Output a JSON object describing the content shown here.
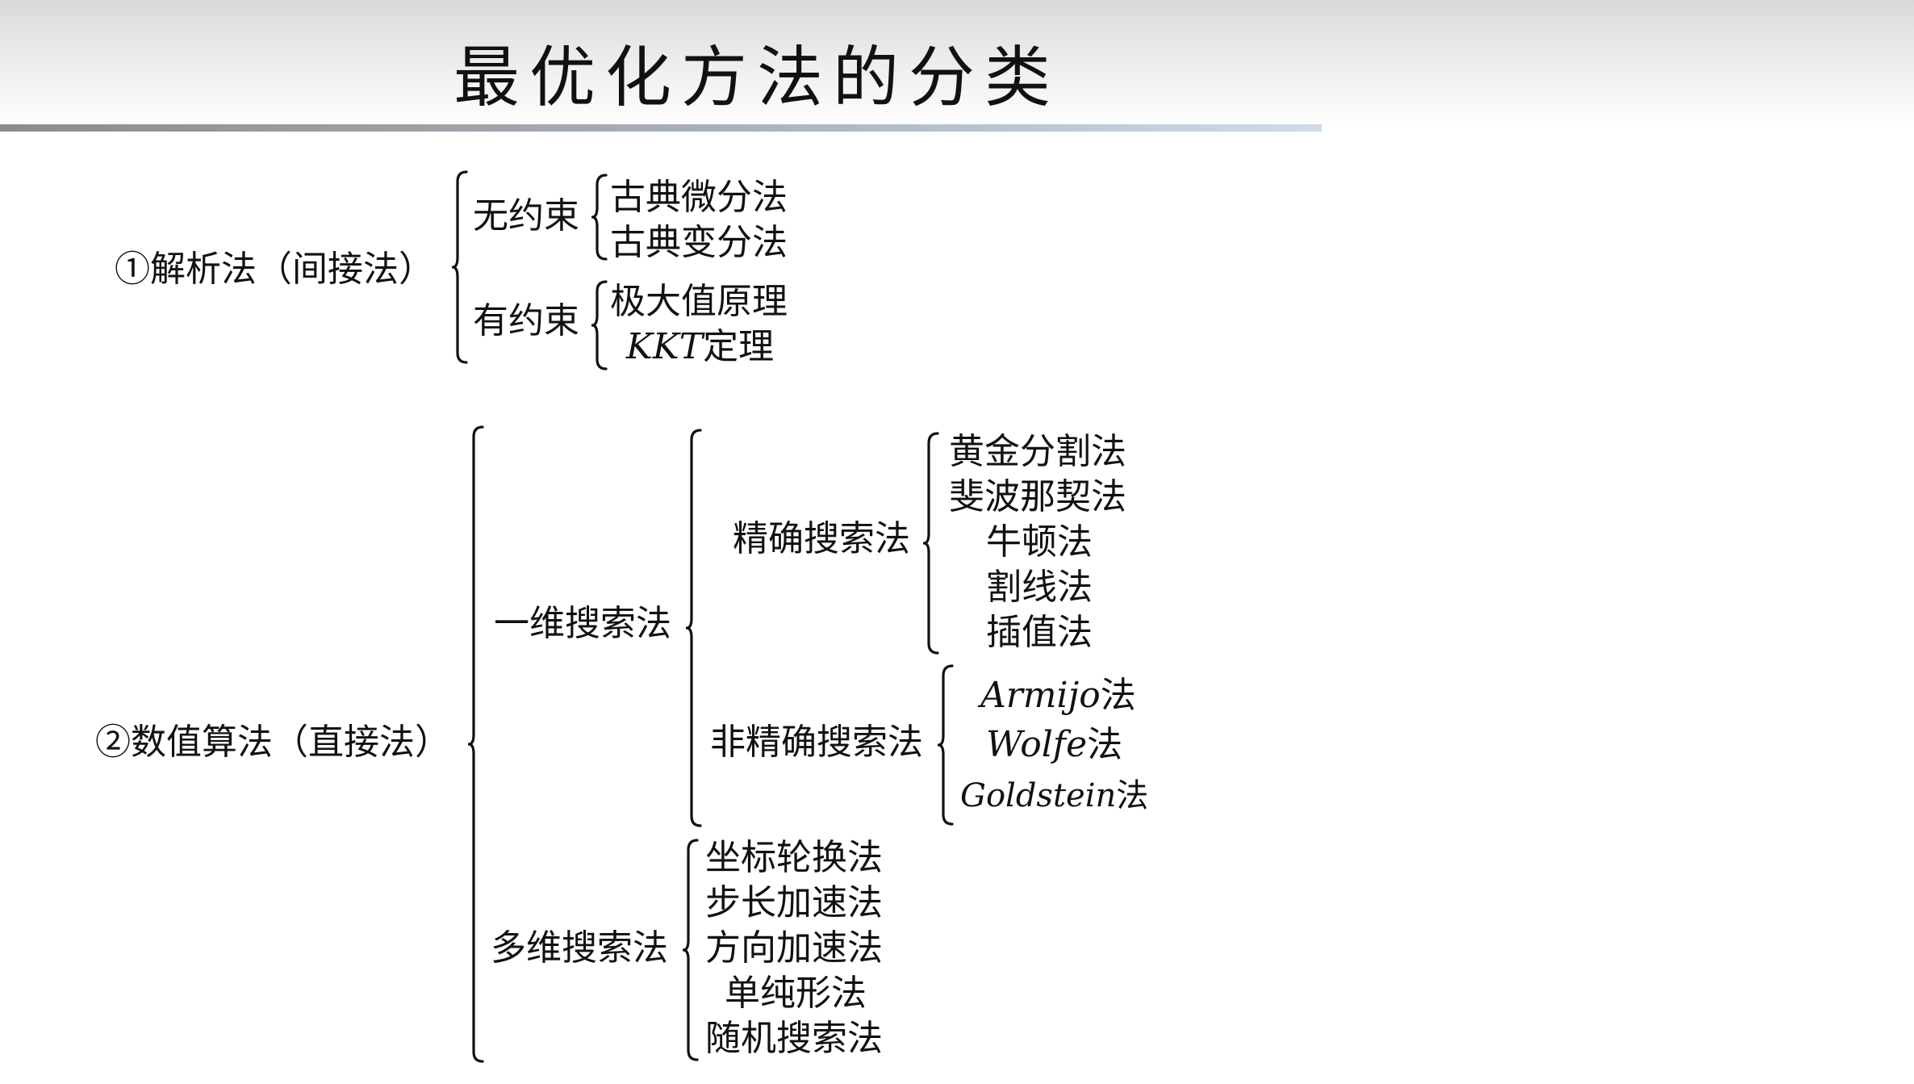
{
  "title": "最优化方法的分类",
  "analytic": {
    "label": "①解析法（间接法）",
    "unconstrained": {
      "label": "无约束",
      "items": [
        "古典微分法",
        "古典变分法"
      ]
    },
    "constrained": {
      "label": "有约束",
      "items": [
        "极大值原理"
      ],
      "kkt_prefix": "KKT",
      "kkt_suffix": "定理"
    }
  },
  "numerical": {
    "label": "②数值算法（直接法）",
    "one_dim": {
      "label": "一维搜索法",
      "exact": {
        "label": "精确搜索法",
        "items": [
          "黄金分割法",
          "斐波那契法",
          "牛顿法",
          "割线法",
          "插值法"
        ]
      },
      "inexact": {
        "label": "非精确搜索法",
        "items": [
          {
            "name": "Armijo",
            "suffix": "法"
          },
          {
            "name": "Wolfe",
            "suffix": "法"
          },
          {
            "name": "Goldstein",
            "suffix": "法"
          }
        ]
      }
    },
    "multi_dim": {
      "label": "多维搜索法",
      "items": [
        "坐标轮换法",
        "步长加速法",
        "方向加速法",
        "单纯形法",
        "随机搜索法"
      ]
    }
  }
}
